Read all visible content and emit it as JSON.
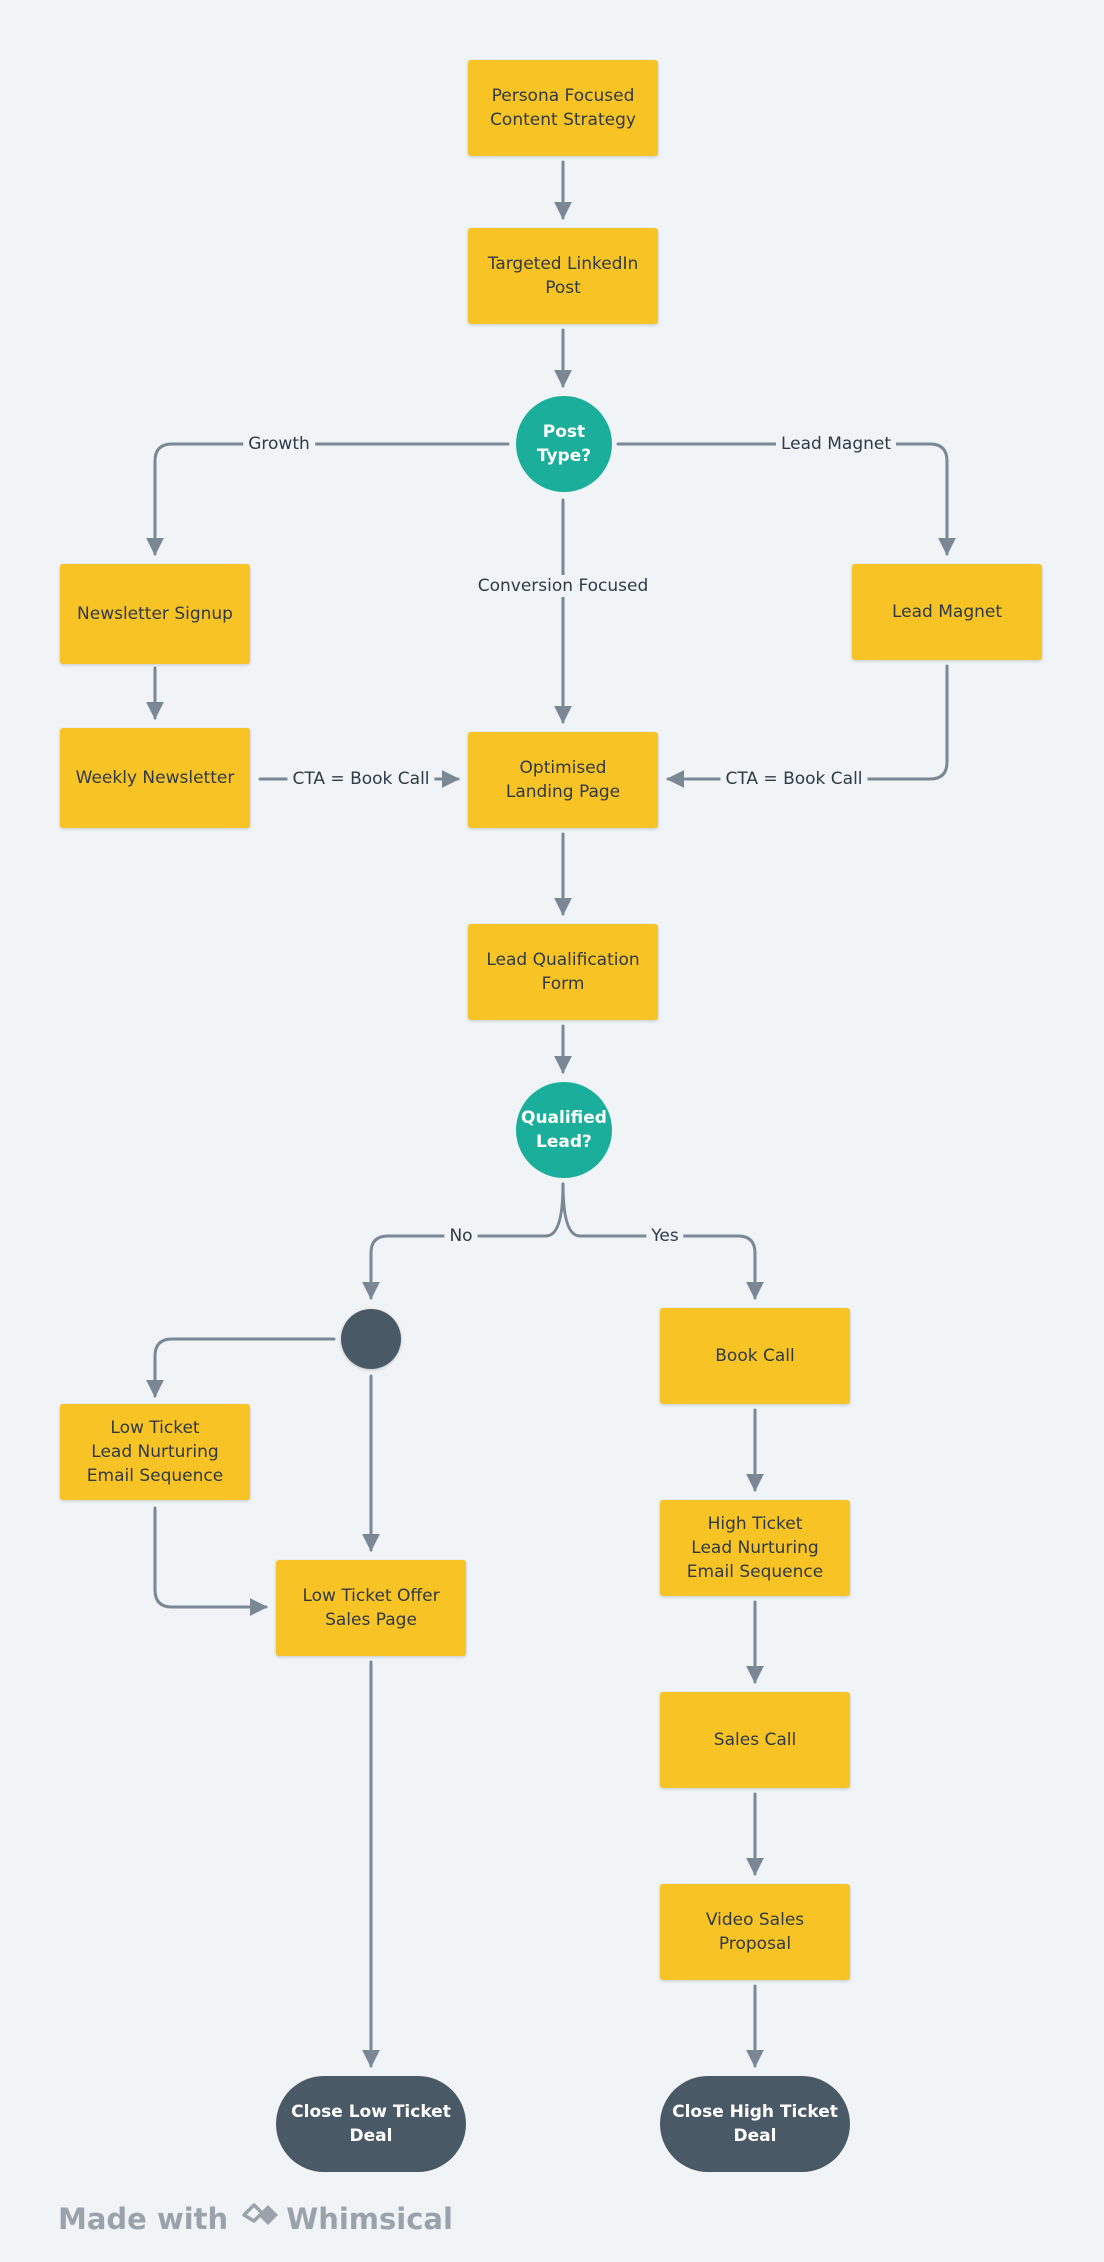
{
  "nodes": {
    "persona": "Persona Focused\nContent Strategy",
    "linkedin": "Targeted LinkedIn\nPost",
    "post_type": "Post\nType?",
    "newsletter_signup": "Newsletter Signup",
    "lead_magnet": "Lead Magnet",
    "weekly_newsletter": "Weekly Newsletter",
    "landing_page": "Optimised\nLanding Page",
    "lead_form": "Lead Qualification\nForm",
    "qualified": "Qualified\nLead?",
    "book_call": "Book Call",
    "low_nurture": "Low Ticket\nLead Nurturing\nEmail Sequence",
    "high_nurture": "High Ticket\nLead Nurturing\nEmail Sequence",
    "low_offer": "Low Ticket Offer\nSales Page",
    "sales_call": "Sales Call",
    "video_proposal": "Video Sales\nProposal",
    "close_low": "Close Low Ticket\nDeal",
    "close_high": "Close High Ticket\nDeal"
  },
  "edge_labels": {
    "growth": "Growth",
    "lead_magnet": "Lead Magnet",
    "conversion": "Conversion Focused",
    "cta_left": "CTA = Book Call",
    "cta_right": "CTA = Book Call",
    "no": "No",
    "yes": "Yes"
  },
  "footer": {
    "made_with": "Made with",
    "brand": "Whimsical"
  },
  "colors": {
    "process": "#f7c325",
    "decision": "#1baf9b",
    "terminal": "#4a5966",
    "connector": "#7a8896",
    "background": "#f0f4f7"
  }
}
